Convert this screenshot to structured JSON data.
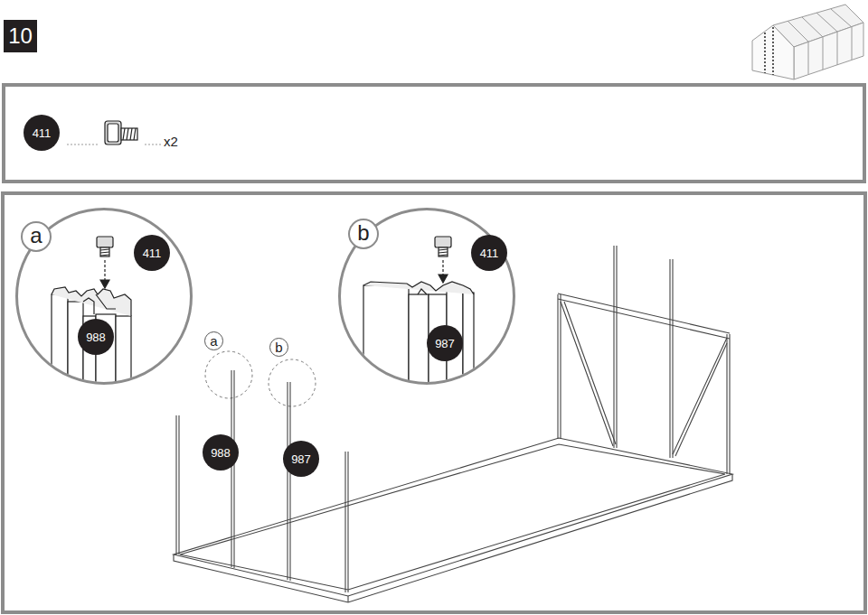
{
  "diagram": {
    "nodes": [
      {
        "text": [
          "10"
        ]
      },
      {
        "text": [
          "x2"
        ]
      },
      {
        "text": [
          "411"
        ],
        "in": 1
      },
      {
        "text": [
          "a"
        ]
      },
      {
        "text": [
          "411"
        ],
        "in": 3
      },
      {
        "text": [
          "988"
        ],
        "in": 3
      },
      {
        "text": [
          "b"
        ]
      },
      {
        "text": [
          "411"
        ],
        "in": 6
      },
      {
        "text": [
          "987"
        ],
        "in": 6
      },
      {
        "text": [
          "a"
        ]
      },
      {
        "text": [
          "b"
        ]
      },
      {
        "text": [
          "988"
        ]
      },
      {
        "text": [
          "987"
        ]
      }
    ]
  }
}
